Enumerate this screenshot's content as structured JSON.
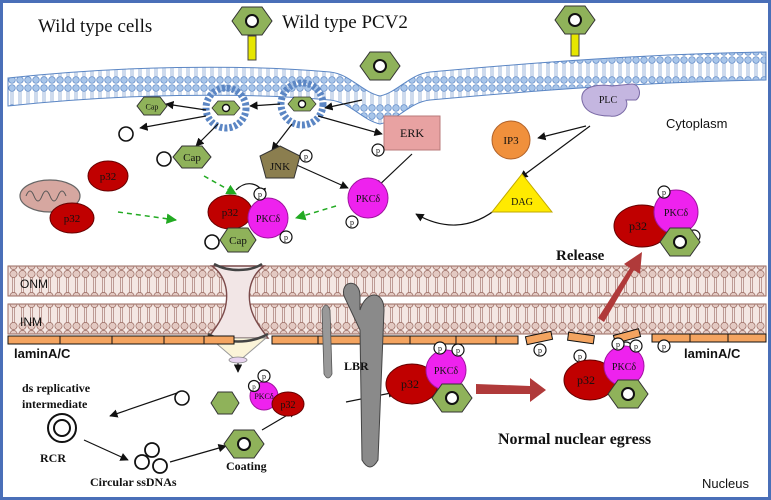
{
  "labels": {
    "wild_type_cells": "Wild type cells",
    "wild_type_pcv2": "Wild type PCV2",
    "cytoplasm": "Cytoplasm",
    "nucleus": "Nucleus",
    "onm": "ONM",
    "inm": "INM",
    "lamin_left": "laminA/C",
    "lamin_right": "laminA/C",
    "lbr": "LBR",
    "release": "Release",
    "normal_nuclear_egress": "Normal nuclear egress",
    "ds_replicative_intermediate_1": "ds replicative",
    "ds_replicative_intermediate_2": "intermediate",
    "rcr": "RCR",
    "circular_ssdnas": "Circular ssDNAs",
    "coating": "Coating"
  },
  "molecules": {
    "cap": "Cap",
    "p32": "p32",
    "pkc_delta": "PKCδ",
    "jnk": "JNK",
    "erk": "ERK",
    "plc": "PLC",
    "ip3": "IP3",
    "dag": "DAG",
    "phospho": "p"
  },
  "colors": {
    "membrane": "#a9c6ea",
    "membrane_edge": "#5b86c4",
    "nuclear_envelope": "#e3c9c2",
    "nuclear_envelope_edge": "#9a6b62",
    "lamin": "#f4a460",
    "cap": "#8fb25a",
    "p32": "#c00000",
    "pkc": "#ee22ee",
    "jnk": "#8b7e4f",
    "erk": "#e8a2a2",
    "plc": "#c4b6e0",
    "ip3": "#f0903c",
    "dag": "#ffea00",
    "arrow_red": "#b03a3a",
    "arrow_green": "#22aa22",
    "frame": "#4a6fb8"
  }
}
